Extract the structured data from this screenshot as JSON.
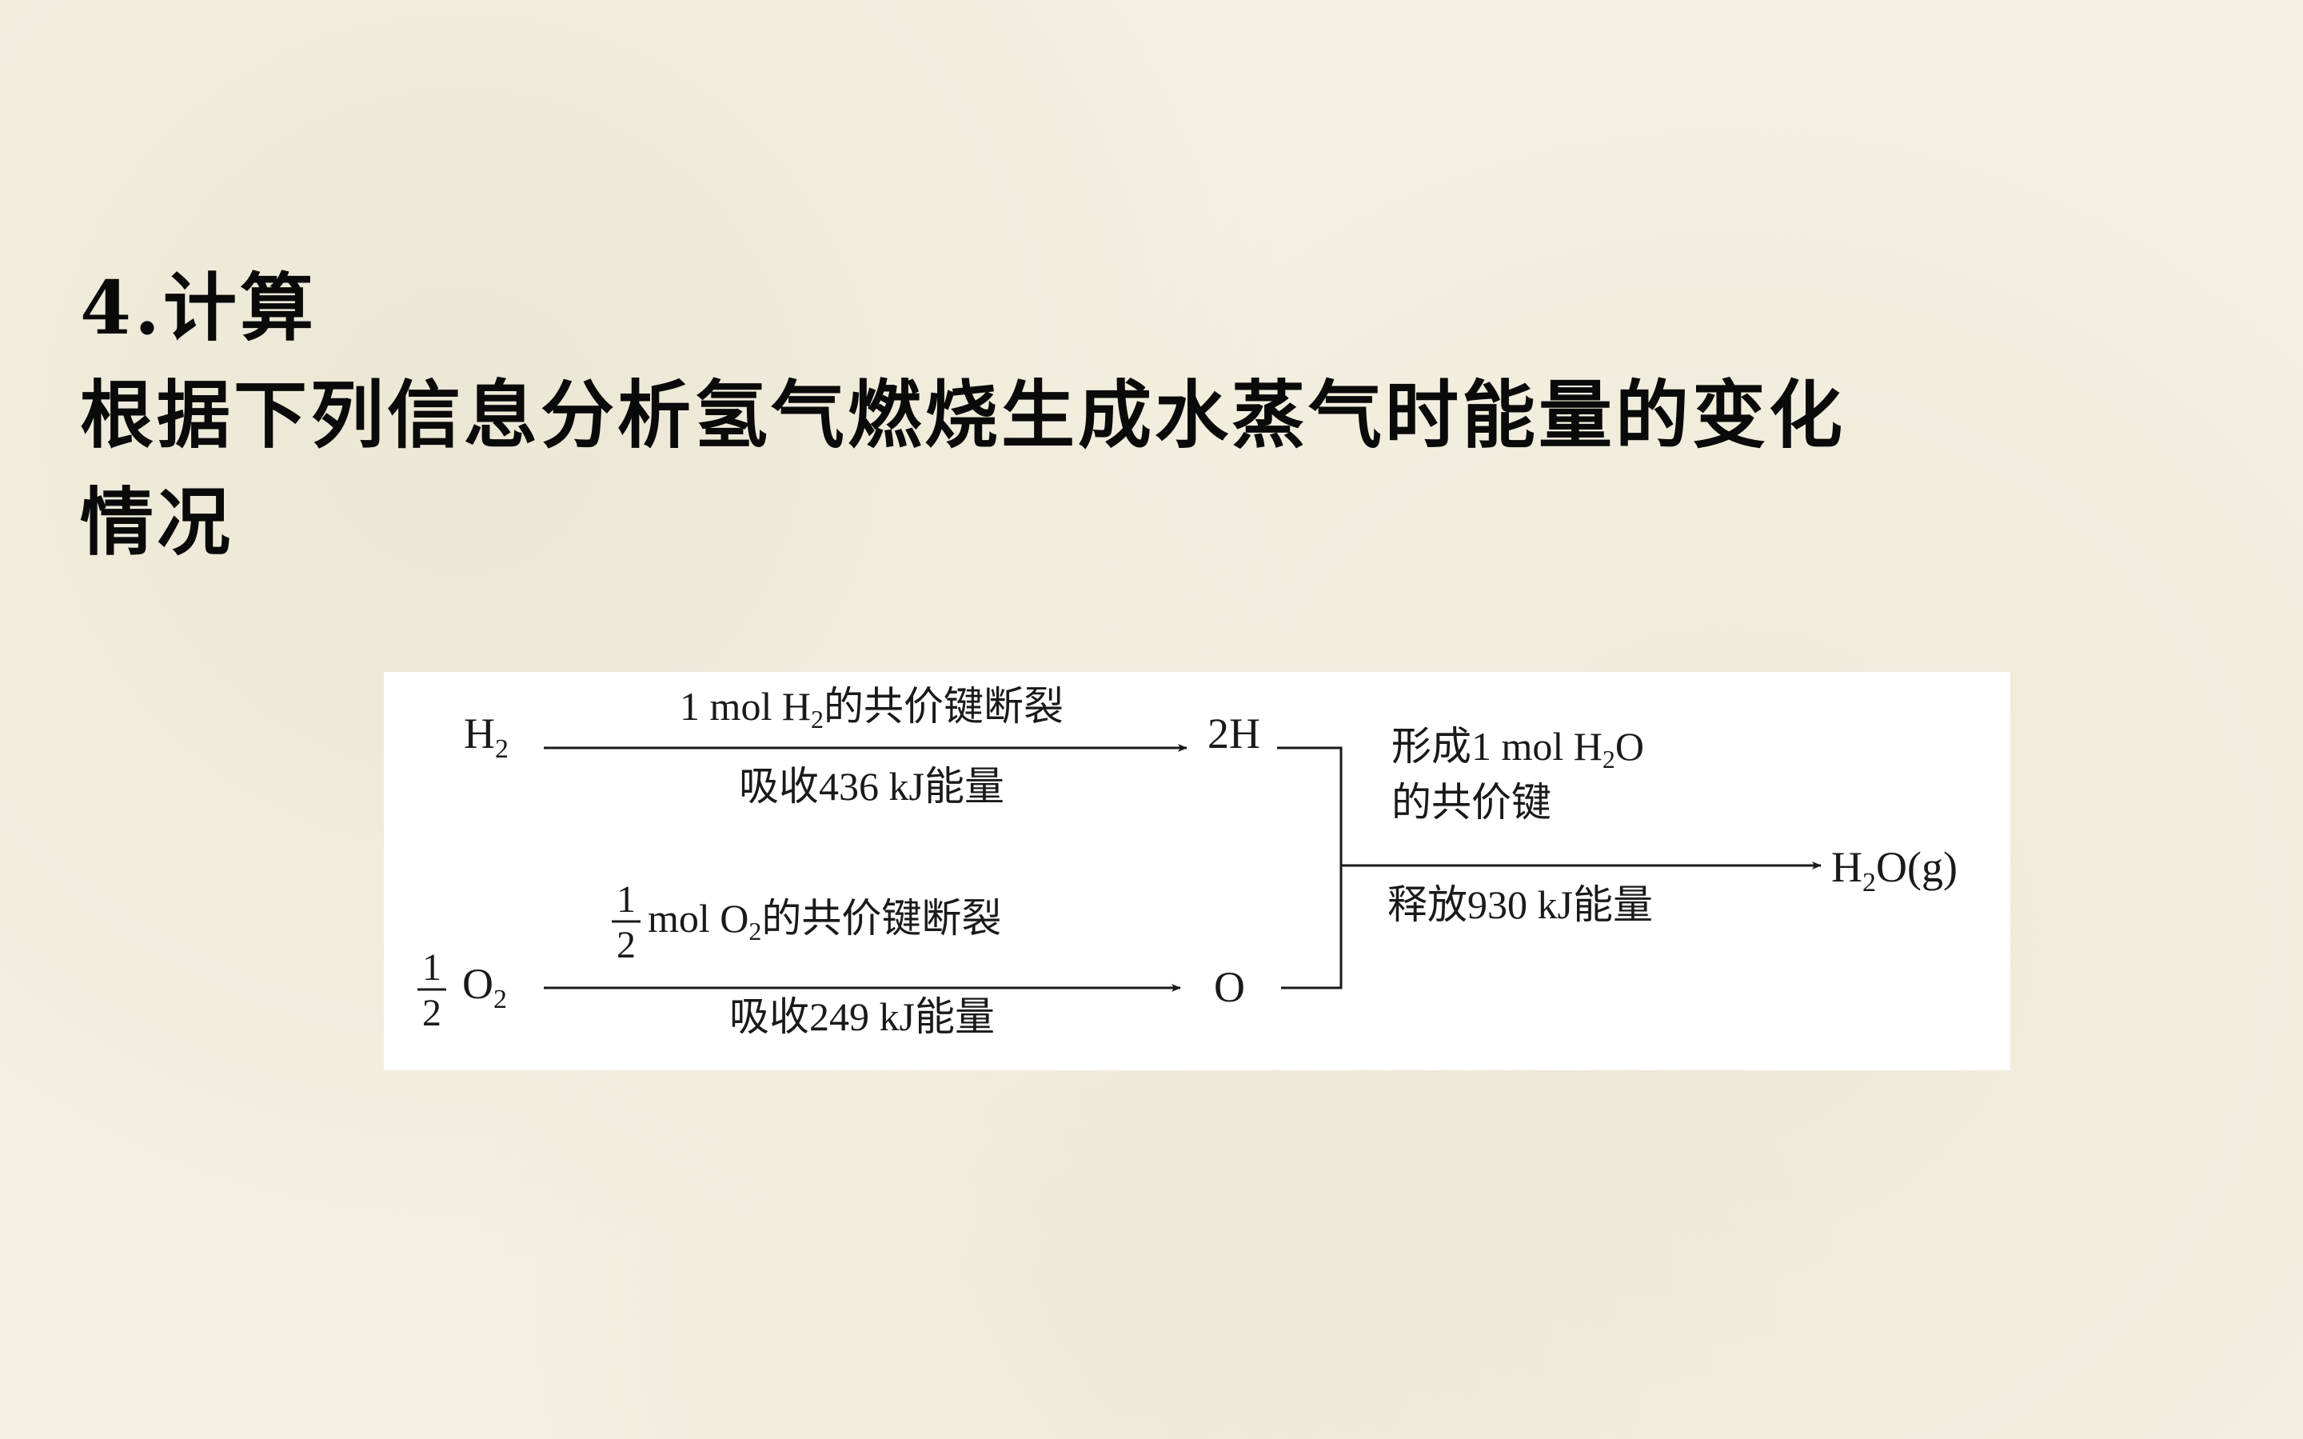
{
  "heading": {
    "line1": "4.计算",
    "line2": "根据下列信息分析氢气燃烧生成水蒸气时能量的变化",
    "line3": "情况"
  },
  "diagram": {
    "h2": {
      "base": "H",
      "sub": "2"
    },
    "half": {
      "num": "1",
      "den": "2"
    },
    "o2": {
      "base": "O",
      "sub": "2"
    },
    "h_atoms": "2H",
    "o_atom": "O",
    "product": {
      "base": "H",
      "sub": "2",
      "tail": "O(g)"
    },
    "arrow1_top": {
      "pre": "1 mol H",
      "sub": "2",
      "post": "的共价键断裂"
    },
    "arrow1_bottom": "吸收436 kJ能量",
    "arrow2_top": {
      "num": "1",
      "den": "2",
      "pre": " mol O",
      "sub": "2",
      "post": "的共价键断裂"
    },
    "arrow2_bottom": "吸收249 kJ能量",
    "arrow3_top_line1": {
      "pre": "形成1 mol H",
      "sub": "2",
      "post": "O"
    },
    "arrow3_top_line2": "的共价键",
    "arrow3_bottom": "释放930 kJ能量"
  }
}
